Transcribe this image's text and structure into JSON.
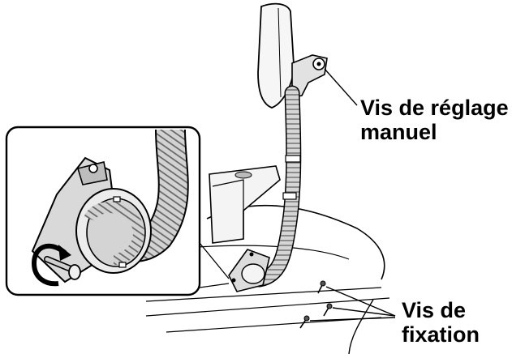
{
  "labels": {
    "adjust_screw": [
      "Vis de réglage",
      "manuel"
    ],
    "fixing_screws": [
      "Vis de",
      "fixation"
    ]
  },
  "colors": {
    "line": "#000000",
    "fill_light": "#eeeeee",
    "fill_mid": "#cfcfcf",
    "fill_dark": "#9a9a9a",
    "background": "#ffffff"
  },
  "icons": {
    "rotation_arrow": "counter-clockwise-arrow-icon"
  }
}
